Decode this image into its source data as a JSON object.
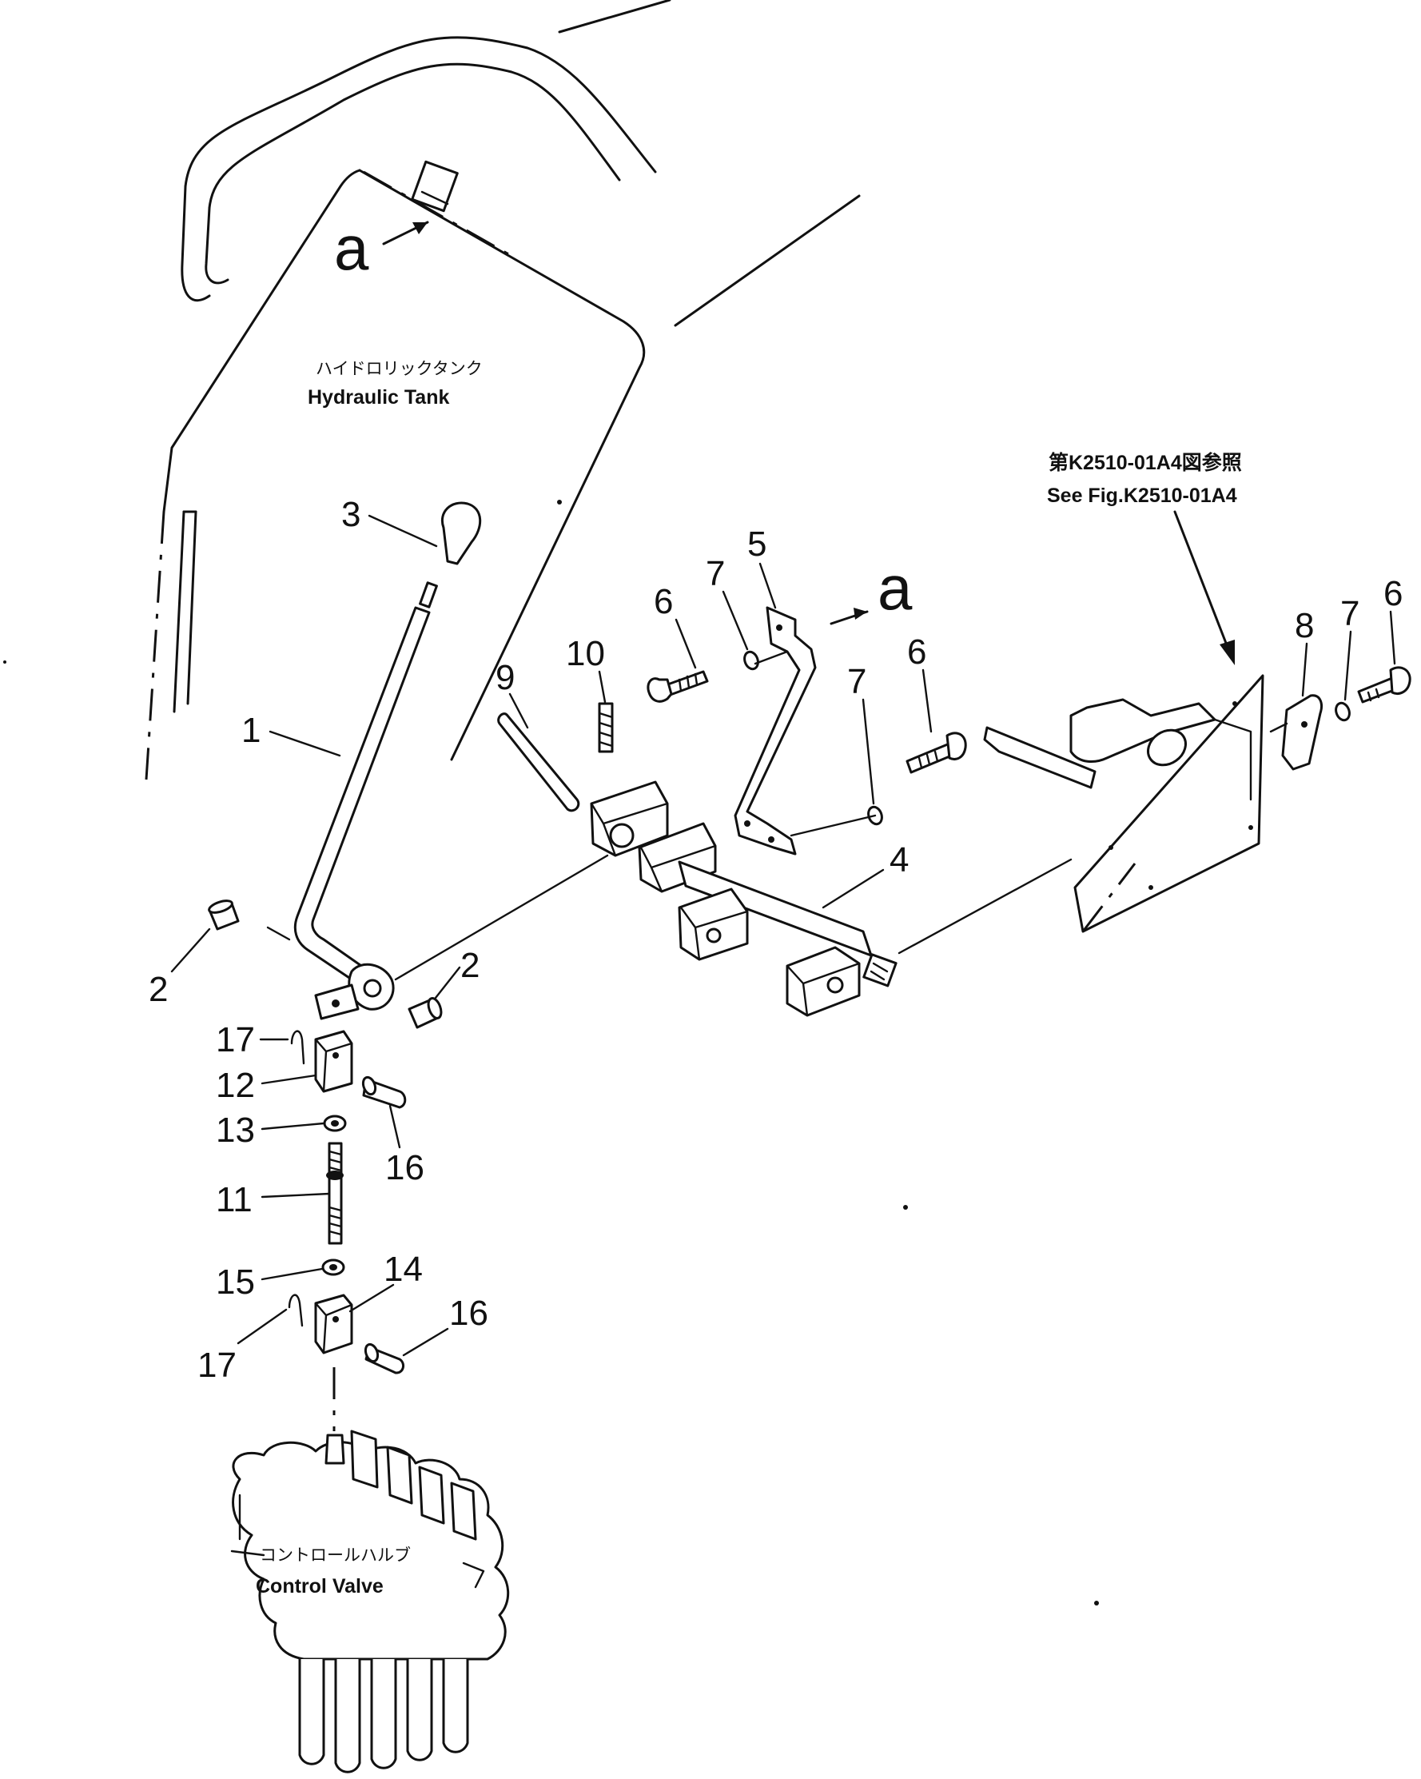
{
  "labels": {
    "hydraulic_tank_jp": "ハイドロリックタンク",
    "hydraulic_tank_en": "Hydraulic Tank",
    "control_valve_jp": "コントロールハルブ",
    "control_valve_en": "Control Valve",
    "see_fig_jp": "第K2510-01A4図参照",
    "see_fig_en": "See Fig.K2510-01A4",
    "view_a_top": "a",
    "view_a_right": "a"
  },
  "callouts": {
    "p1": "1",
    "p2a": "2",
    "p2b": "2",
    "p3": "3",
    "p4": "4",
    "p5": "5",
    "p6a": "6",
    "p6b": "6",
    "p6c": "6",
    "p7a": "7",
    "p7b": "7",
    "p7c": "7",
    "p8": "8",
    "p9": "9",
    "p10": "10",
    "p11": "11",
    "p12": "12",
    "p13": "13",
    "p14": "14",
    "p15": "15",
    "p16a": "16",
    "p16b": "16",
    "p17a": "17",
    "p17b": "17"
  }
}
